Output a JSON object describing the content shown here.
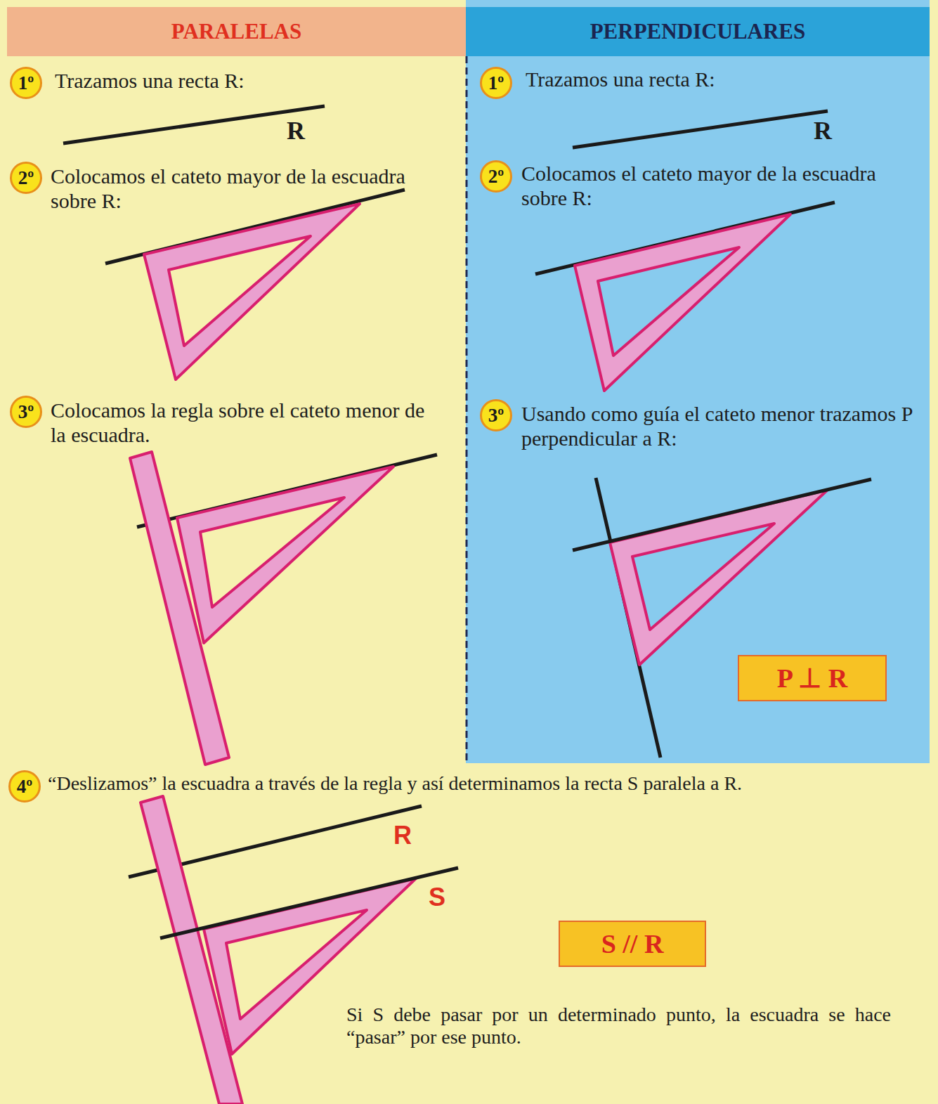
{
  "diagram": {
    "nodes": [
      {
        "text": [
          "PARALELAS"
        ]
      },
      {
        "text": [
          "PERPENDICULARES"
        ]
      },
      {
        "text": [
          "1º"
        ]
      },
      {
        "text": [
          "2º"
        ]
      },
      {
        "text": [
          "3º"
        ]
      },
      {
        "text": [
          "1º"
        ]
      },
      {
        "text": [
          "2º"
        ]
      },
      {
        "text": [
          "3º"
        ]
      },
      {
        "text": [
          "P ⊥ R"
        ]
      },
      {
        "text": [
          "4º"
        ]
      },
      {
        "text": [
          "S // R"
        ]
      }
    ],
    "labels": [
      "Trazamos una recta R:",
      "R",
      "Colocamos el cateto mayor de la escuadra sobre R:",
      "Colocamos la regla sobre el cateto menor de la escuadra.",
      "Trazamos una recta R:",
      "R",
      "Colocamos el cateto mayor de la escuadra sobre R:",
      "Usando como guía el cateto menor trazamos P perpendicular a R:",
      "“Deslizamos” la escuadra a través de la regla y así determinamos la recta S paralela a R.",
      "R",
      "S",
      "Si S debe pasar por un determinado punto, la escuadra se hace “pasar” por ese punto."
    ]
  }
}
